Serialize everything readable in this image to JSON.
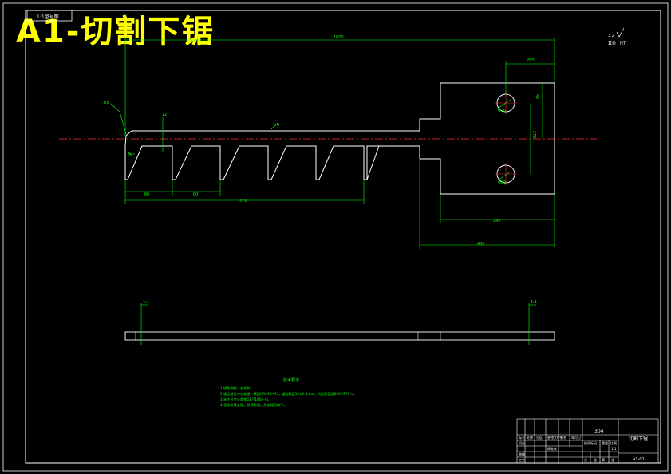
{
  "title": "A1-切割下锯",
  "corner_tag": "1:1型号图",
  "roughness": {
    "symbol": "3.2",
    "note": "其余",
    "spec": "H7"
  },
  "dimensions": {
    "overall_width": "1000",
    "right_offset": "280",
    "hole_spacing_small": "45",
    "right_height": "270",
    "left_chamfer": "R5",
    "tooth_height": "12",
    "roughness_top": "1.6",
    "pitch_1": "60",
    "pitch_2": "60",
    "teeth_length": "370",
    "angle_small": "70°",
    "hole_dia_top": "Φ20",
    "hole_dia_bottom": "Φ20",
    "bottom_width_1": "240",
    "bottom_width_2": "480"
  },
  "side_view": {
    "left_label": "1:1",
    "right_label": "1:1"
  },
  "tech_notes": {
    "heading": "技术要求",
    "lines": [
      "1.锐角倒钝，去毛刺。",
      "2.锯齿部分淬火处理，硬度HRC50~55，锯齿高度12±0.5mm，热处理温度850~870℃。",
      "3.未注尺寸公差按GB/T1804-m。",
      "4.表面发黑处理，防锈防腐，热处理后校平。"
    ]
  },
  "title_block": {
    "material": "304",
    "part_name": "切割下锯",
    "scale": "1:1",
    "drawing_no": "A1-01",
    "row_labels": [
      "标记",
      "设计",
      "审核",
      "工艺"
    ],
    "small_cells": [
      "处数",
      "分区",
      "更改文件号",
      "签名",
      "年月日"
    ],
    "standard": "标准化",
    "weight_labels": [
      "阶段标记",
      "重量",
      "比例"
    ],
    "sheet_labels": [
      "共",
      "张",
      "第",
      "张"
    ]
  },
  "colors": {
    "line": "#ffffff",
    "dim": "#00ff00",
    "center": "#ff2a2a",
    "title": "#ffff00",
    "background": "#000000"
  }
}
